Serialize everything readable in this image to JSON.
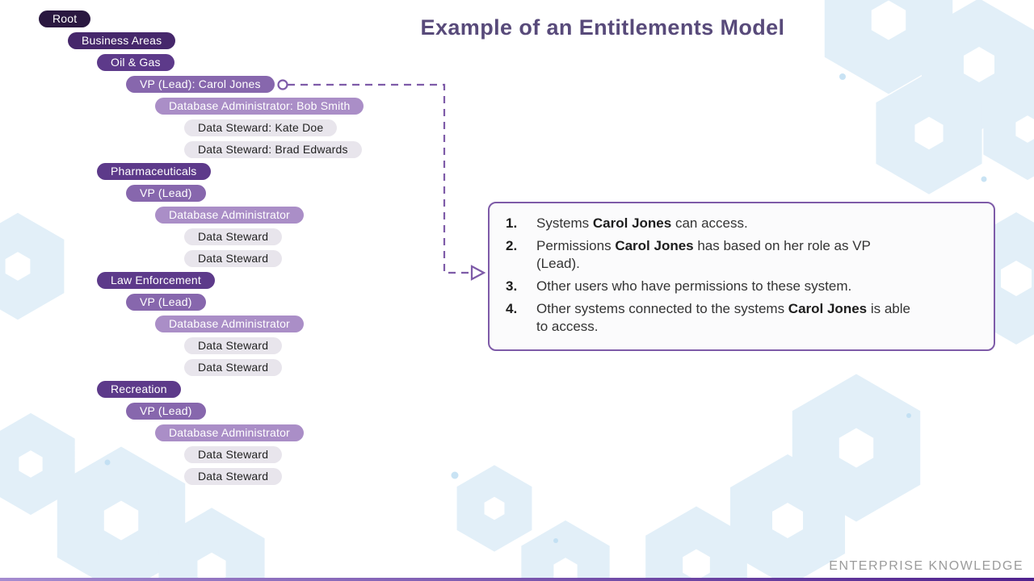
{
  "title": "Example of an Entitlements Model",
  "footer": {
    "brand": "ENTERPRISE KNOWLEDGE"
  },
  "colors": {
    "title_text": "#584a7a",
    "pill_text": "#ffffff",
    "tier0_bg": "#2a1840",
    "tier1_bg": "#46276b",
    "tier2_bg": "#5d3a8a",
    "tier3_bg": "#8767ad",
    "tier4_bg": "#aa8ec7",
    "tier5_bg": "#e8e5ec",
    "tier5_text": "#232323",
    "connector": "#7e5ba8",
    "box_border": "#7e5ba8",
    "box_bg": "#fbfbfc",
    "footer_text": "#9b9b9b",
    "bar_left": "#a58cd0",
    "bar_right": "#50228d",
    "hex_stroke": "#d8eaf6",
    "hex_dot": "#bcdcf1"
  },
  "tree": {
    "nodes": [
      {
        "label": "Root",
        "level": 0,
        "tier": 0
      },
      {
        "label": "Business Areas",
        "level": 1,
        "tier": 1
      },
      {
        "label": "Oil & Gas",
        "level": 2,
        "tier": 2
      },
      {
        "label": "VP (Lead): Carol Jones",
        "level": 3,
        "tier": 3,
        "anchor": true
      },
      {
        "label": "Database Administrator: Bob Smith",
        "level": 4,
        "tier": 4
      },
      {
        "label": "Data Steward: Kate Doe",
        "level": 5,
        "tier": 5
      },
      {
        "label": "Data Steward: Brad Edwards",
        "level": 5,
        "tier": 5
      },
      {
        "label": "Pharmaceuticals",
        "level": 2,
        "tier": 2
      },
      {
        "label": "VP (Lead)",
        "level": 3,
        "tier": 3
      },
      {
        "label": "Database Administrator",
        "level": 4,
        "tier": 4
      },
      {
        "label": "Data Steward",
        "level": 5,
        "tier": 5
      },
      {
        "label": "Data Steward",
        "level": 5,
        "tier": 5
      },
      {
        "label": "Law Enforcement",
        "level": 2,
        "tier": 2
      },
      {
        "label": "VP (Lead)",
        "level": 3,
        "tier": 3
      },
      {
        "label": "Database Administrator",
        "level": 4,
        "tier": 4
      },
      {
        "label": "Data Steward",
        "level": 5,
        "tier": 5
      },
      {
        "label": "Data Steward",
        "level": 5,
        "tier": 5
      },
      {
        "label": "Recreation",
        "level": 2,
        "tier": 2
      },
      {
        "label": "VP (Lead)",
        "level": 3,
        "tier": 3
      },
      {
        "label": "Database Administrator",
        "level": 4,
        "tier": 4
      },
      {
        "label": "Data Steward",
        "level": 5,
        "tier": 5
      },
      {
        "label": "Data Steward",
        "level": 5,
        "tier": 5
      }
    ]
  },
  "callout": {
    "items": [
      {
        "num": "1.",
        "segments": [
          {
            "t": "Systems ",
            "b": false
          },
          {
            "t": "Carol Jones",
            "b": true
          },
          {
            "t": " can access.",
            "b": false
          }
        ]
      },
      {
        "num": "2.",
        "segments": [
          {
            "t": "Permissions ",
            "b": false
          },
          {
            "t": "Carol Jones",
            "b": true
          },
          {
            "t": " has based on her role as VP (Lead).",
            "b": false
          }
        ]
      },
      {
        "num": "3.",
        "segments": [
          {
            "t": "Other users who have permissions to these system.",
            "b": false
          }
        ]
      },
      {
        "num": "4.",
        "segments": [
          {
            "t": "Other systems connected to the systems ",
            "b": false
          },
          {
            "t": "Carol Jones",
            "b": true
          },
          {
            "t": " is able to access.",
            "b": false
          }
        ]
      }
    ]
  }
}
